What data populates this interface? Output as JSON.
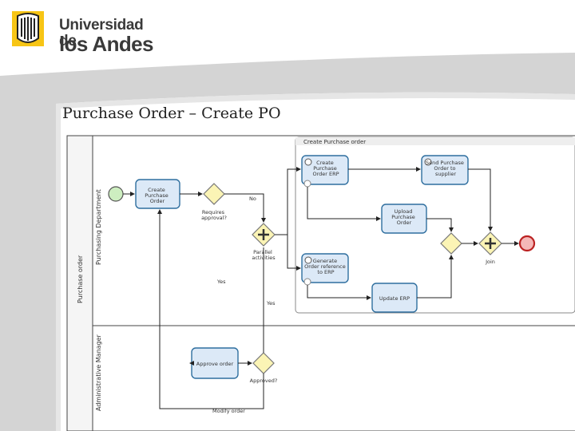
{
  "logo": {
    "line1": "Universidad de",
    "line2": "los Andes"
  },
  "slide_title": "Purchase Order – Create PO",
  "diagram": {
    "pool_label": "Purchase order",
    "lanes": [
      {
        "label": "Purchasing Department"
      },
      {
        "label": "Administrative Manager"
      }
    ],
    "subprocess_label": "Create Purchase order",
    "tasks": {
      "create_purchase_order": "Create Purchase Order",
      "approve_order": "Approve order",
      "create_purchase_order_erp": "Create Purchase Order ERP",
      "send_purchase_order_supplier": "Send Purchase Order to supplier",
      "upload_purchase_order": "Upload Purchase Order",
      "generate_order_ref_erp": "Generate Order reference to ERP",
      "update_erp": "Update ERP"
    },
    "gateways": {
      "requires_approval": "Requires approval?",
      "parallel_activities": "Parallel activities",
      "approved": "Approved?",
      "join": "Join"
    },
    "flow_labels": {
      "no": "No",
      "yes": "Yes",
      "yes2": "Yes",
      "modify_order": "Modify order"
    },
    "colors": {
      "task_fill": "#dce9f7",
      "task_stroke": "#2f6f9f",
      "start_fill": "#cdeec0",
      "end_fill": "#f4b8b8",
      "gateway_fill": "#fbf4b5",
      "header_band": "#d9d9d9"
    }
  }
}
